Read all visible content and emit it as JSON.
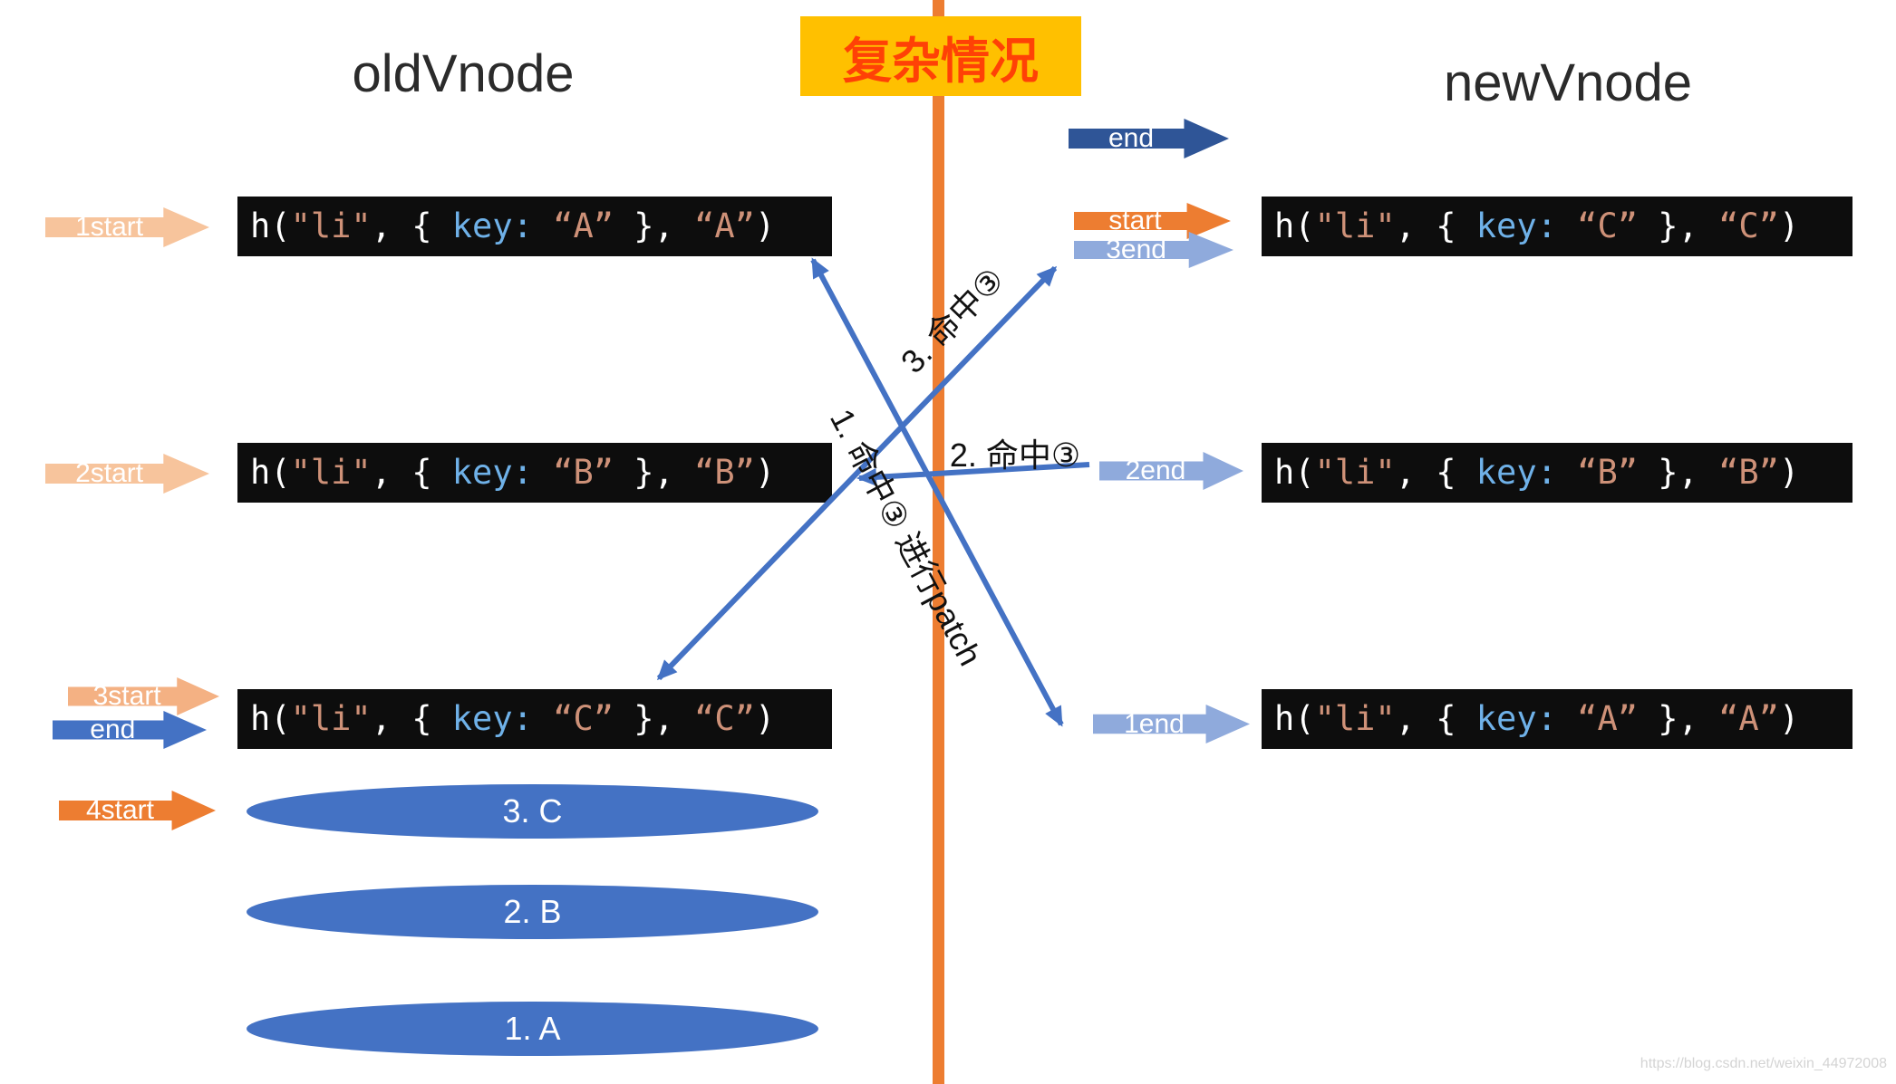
{
  "titles": {
    "old": "oldVnode",
    "new": "newVnode",
    "banner": "复杂情况"
  },
  "code_parts": {
    "fn": "h(",
    "tag": "\"li\"",
    "obj_open": ", { ",
    "key_label": "key: ",
    "obj_close": " }, ",
    "close": ")"
  },
  "old_vnodes": [
    {
      "key": "“A”",
      "text": "“A”"
    },
    {
      "key": "“B”",
      "text": "“B”"
    },
    {
      "key": "“C”",
      "text": "“C”"
    }
  ],
  "new_vnodes": [
    {
      "key": "“C”",
      "text": "“C”"
    },
    {
      "key": "“B”",
      "text": "“B”"
    },
    {
      "key": "“A”",
      "text": "“A”"
    }
  ],
  "left_arrows": [
    {
      "label": "1start",
      "fill": "#F7C49C"
    },
    {
      "label": "2start",
      "fill": "#F7C49C"
    },
    {
      "label": "3start",
      "fill": "#F4B183"
    },
    {
      "label": "end",
      "fill": "#4472C4"
    },
    {
      "label": "4start",
      "fill": "#ED7D31"
    }
  ],
  "right_arrows": [
    {
      "label": "end",
      "fill": "#2F5597"
    },
    {
      "label": "start",
      "fill": "#ED7D31"
    },
    {
      "label": "3end",
      "fill": "#8FAADC"
    },
    {
      "label": "2end",
      "fill": "#8FAADC"
    },
    {
      "label": "1end",
      "fill": "#8FAADC"
    }
  ],
  "annotations": {
    "step1": "1. 命中③ 进行patch",
    "step2": "2. 命中③",
    "step3": "3. 命中③"
  },
  "results": [
    {
      "label": "3. C"
    },
    {
      "label": "2. B"
    },
    {
      "label": "1. A"
    }
  ],
  "watermark": "https://blog.csdn.net/weixin_44972008",
  "colors": {
    "divider": "#ED7D31",
    "banner_bg": "#FFC000",
    "banner_text": "#FF4106",
    "code_bg": "#0d0d0d",
    "code_plain": "#FFFFFF",
    "code_string": "#CE9178",
    "code_key": "#6FB1E8",
    "connector": "#4472C4",
    "ellipse": "#4472C4"
  }
}
